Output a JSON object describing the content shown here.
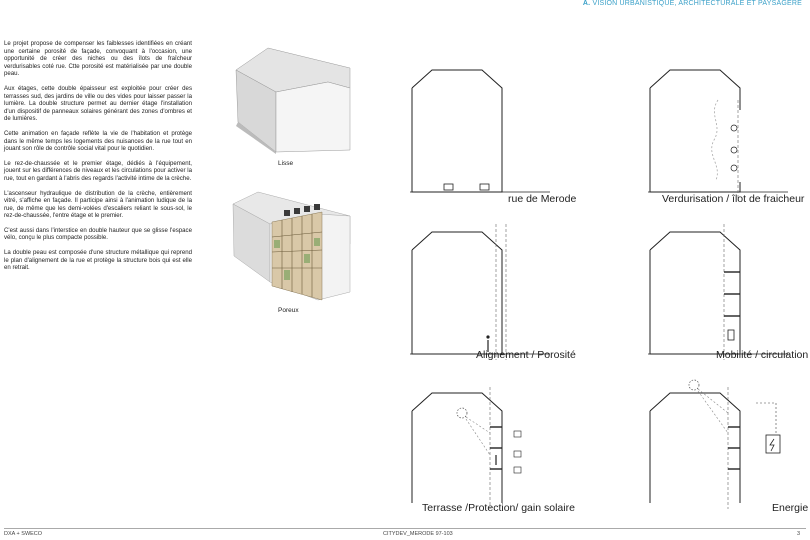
{
  "header": {
    "prefix": "A.",
    "title": "VISION URBANISTIQUE, ARCHITECTURALE ET PAYSAGERE"
  },
  "paragraphs": [
    "Le projet propose de compenser les faiblesses identifiées en créant une certaine porosité de façade, convoquant à l'occasion, une opportunité de créer des niches ou des îlots de fraîcheur verdurisables coté rue. Ctte porosité est matérialisée par une double peau.",
    "Aux étages, cette double épaisseur est exploitée pour créer des terrasses sud, des jardins de ville ou des vides pour laisser passer la lumière. La double structure permet au dernier étage l'installation d'un dispositif de panneaux solaires générant des zones d'ombres et de lumières.",
    "Cette animation en façade reflète la vie de l'habitation et protège dans le même temps les logements des nuisances de la rue tout en jouant son rôle de contrôle social vital pour le quotidien.",
    "Le rez-de-chaussée et le premier étage, dédiés à l'équipement, jouent sur les différences de niveaux et les circulations pour activer la rue, tout en gardant à l'abris des regards l'activité intime de la crèche.",
    "L'ascenseur hydraulique de distribution de la crèche, entièrement vitré, s'affiche en façade. Il participe ainsi à l'animation ludique de la rue, de même que les demi-volées d'escaliers reliant le sous-sol, le rez-de-chaussée, l'entre étage et le premier.",
    "C'est aussi dans l'interstice en double hauteur que se glisse l'espace vélo, conçu le plus compacte possible.",
    "La double peau est composée d'une structure métallique qui reprend le plan d'alignement de la rue et protège la structure bois qui est elle en retrait."
  ],
  "renders": [
    {
      "caption": "Lisse"
    },
    {
      "caption": "Poreux"
    }
  ],
  "diagrams": [
    {
      "label": "rue de Merode"
    },
    {
      "label": "Verdurisation / îlot de fraicheur"
    },
    {
      "label": "Alignement / Porosité"
    },
    {
      "label": "Mobilité / circulation"
    },
    {
      "label": "Terrasse /Protection/ gain solaire"
    },
    {
      "label": "Energie"
    }
  ],
  "footer": {
    "left": "DXA + SWECO",
    "center": "CITYDEV_MERODE 97-103",
    "page": "3"
  },
  "colors": {
    "accent": "#3aa0c8"
  }
}
